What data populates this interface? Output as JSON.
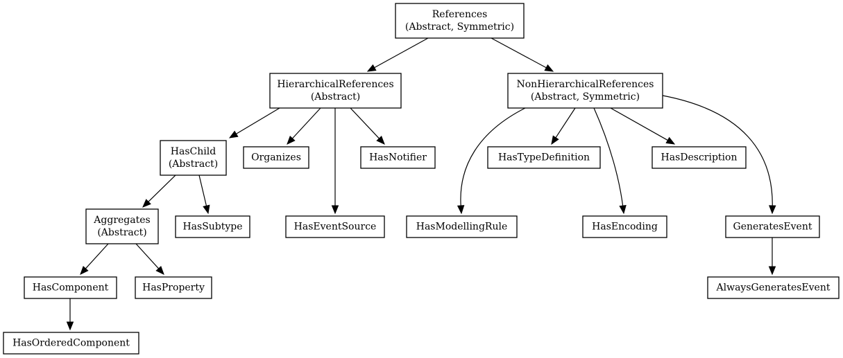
{
  "diagram": {
    "nodes": [
      {
        "id": "references",
        "lines": [
          "References",
          "(Abstract, Symmetric)"
        ]
      },
      {
        "id": "hierarchical_references",
        "lines": [
          "HierarchicalReferences",
          "(Abstract)"
        ]
      },
      {
        "id": "non_hierarchical_references",
        "lines": [
          "NonHierarchicalReferences",
          "(Abstract, Symmetric)"
        ]
      },
      {
        "id": "has_child",
        "lines": [
          "HasChild",
          "(Abstract)"
        ]
      },
      {
        "id": "organizes",
        "lines": [
          "Organizes"
        ]
      },
      {
        "id": "has_notifier",
        "lines": [
          "HasNotifier"
        ]
      },
      {
        "id": "has_type_definition",
        "lines": [
          "HasTypeDefinition"
        ]
      },
      {
        "id": "has_description",
        "lines": [
          "HasDescription"
        ]
      },
      {
        "id": "aggregates",
        "lines": [
          "Aggregates",
          "(Abstract)"
        ]
      },
      {
        "id": "has_subtype",
        "lines": [
          "HasSubtype"
        ]
      },
      {
        "id": "has_event_source",
        "lines": [
          "HasEventSource"
        ]
      },
      {
        "id": "has_modelling_rule",
        "lines": [
          "HasModellingRule"
        ]
      },
      {
        "id": "has_encoding",
        "lines": [
          "HasEncoding"
        ]
      },
      {
        "id": "generates_event",
        "lines": [
          "GeneratesEvent"
        ]
      },
      {
        "id": "has_component",
        "lines": [
          "HasComponent"
        ]
      },
      {
        "id": "has_property",
        "lines": [
          "HasProperty"
        ]
      },
      {
        "id": "always_generates_event",
        "lines": [
          "AlwaysGeneratesEvent"
        ]
      },
      {
        "id": "has_ordered_component",
        "lines": [
          "HasOrderedComponent"
        ]
      }
    ],
    "edges": [
      {
        "from": "references",
        "to": "hierarchical_references"
      },
      {
        "from": "references",
        "to": "non_hierarchical_references"
      },
      {
        "from": "hierarchical_references",
        "to": "has_child"
      },
      {
        "from": "hierarchical_references",
        "to": "organizes"
      },
      {
        "from": "hierarchical_references",
        "to": "has_event_source"
      },
      {
        "from": "hierarchical_references",
        "to": "has_notifier"
      },
      {
        "from": "non_hierarchical_references",
        "to": "has_modelling_rule"
      },
      {
        "from": "non_hierarchical_references",
        "to": "has_type_definition"
      },
      {
        "from": "non_hierarchical_references",
        "to": "has_encoding"
      },
      {
        "from": "non_hierarchical_references",
        "to": "has_description"
      },
      {
        "from": "non_hierarchical_references",
        "to": "generates_event"
      },
      {
        "from": "has_child",
        "to": "aggregates"
      },
      {
        "from": "has_child",
        "to": "has_subtype"
      },
      {
        "from": "aggregates",
        "to": "has_component"
      },
      {
        "from": "aggregates",
        "to": "has_property"
      },
      {
        "from": "has_component",
        "to": "has_ordered_component"
      },
      {
        "from": "generates_event",
        "to": "always_generates_event"
      }
    ]
  }
}
